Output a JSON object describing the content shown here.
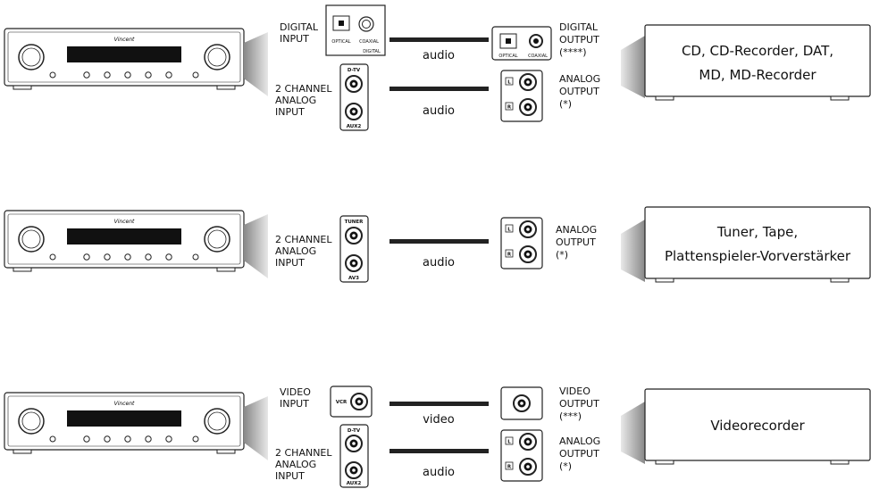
{
  "rows": [
    {
      "inputs": [
        {
          "label": [
            "DIGITAL",
            "INPUT"
          ],
          "jacks": [
            "OPTICAL",
            "COAXIAL",
            "DIGITAL"
          ]
        },
        {
          "label": [
            "2 CHANNEL",
            "ANALOG",
            "INPUT"
          ],
          "jacks": [
            "D-TV",
            "AUX2"
          ]
        }
      ],
      "lines": [
        "audio",
        "audio"
      ],
      "outputs": [
        {
          "label": [
            "DIGITAL",
            "OUTPUT",
            "(****)"
          ],
          "jacks": [
            "OPTICAL",
            "COAXIAL"
          ]
        },
        {
          "label": [
            "ANALOG",
            "OUTPUT",
            "(*)"
          ],
          "jacks": [
            "L",
            "R"
          ]
        }
      ],
      "device": [
        "CD, CD-Recorder, DAT,",
        "MD, MD-Recorder"
      ]
    },
    {
      "inputs": [
        {
          "label": [
            "2 CHANNEL",
            "ANALOG",
            "INPUT"
          ],
          "jacks": [
            "TUNER",
            "AV3"
          ]
        }
      ],
      "lines": [
        "audio"
      ],
      "outputs": [
        {
          "label": [
            "ANALOG",
            "OUTPUT",
            "(*)"
          ],
          "jacks": [
            "L",
            "R"
          ]
        }
      ],
      "device": [
        "Tuner, Tape,",
        "Plattenspieler-Vorverstärker"
      ]
    },
    {
      "inputs": [
        {
          "label": [
            "VIDEO",
            "INPUT"
          ],
          "jacks": [
            "VCR"
          ]
        },
        {
          "label": [
            "2 CHANNEL",
            "ANALOG",
            "INPUT"
          ],
          "jacks": [
            "D-TV",
            "AUX2"
          ]
        }
      ],
      "lines": [
        "video",
        "audio"
      ],
      "outputs": [
        {
          "label": [
            "VIDEO",
            "OUTPUT",
            "(***)"
          ],
          "jacks": []
        },
        {
          "label": [
            "ANALOG",
            "OUTPUT",
            "(*)"
          ],
          "jacks": [
            "L",
            "R"
          ]
        }
      ],
      "device": [
        "Videorecorder"
      ]
    }
  ],
  "amp_brand": "Vincent"
}
